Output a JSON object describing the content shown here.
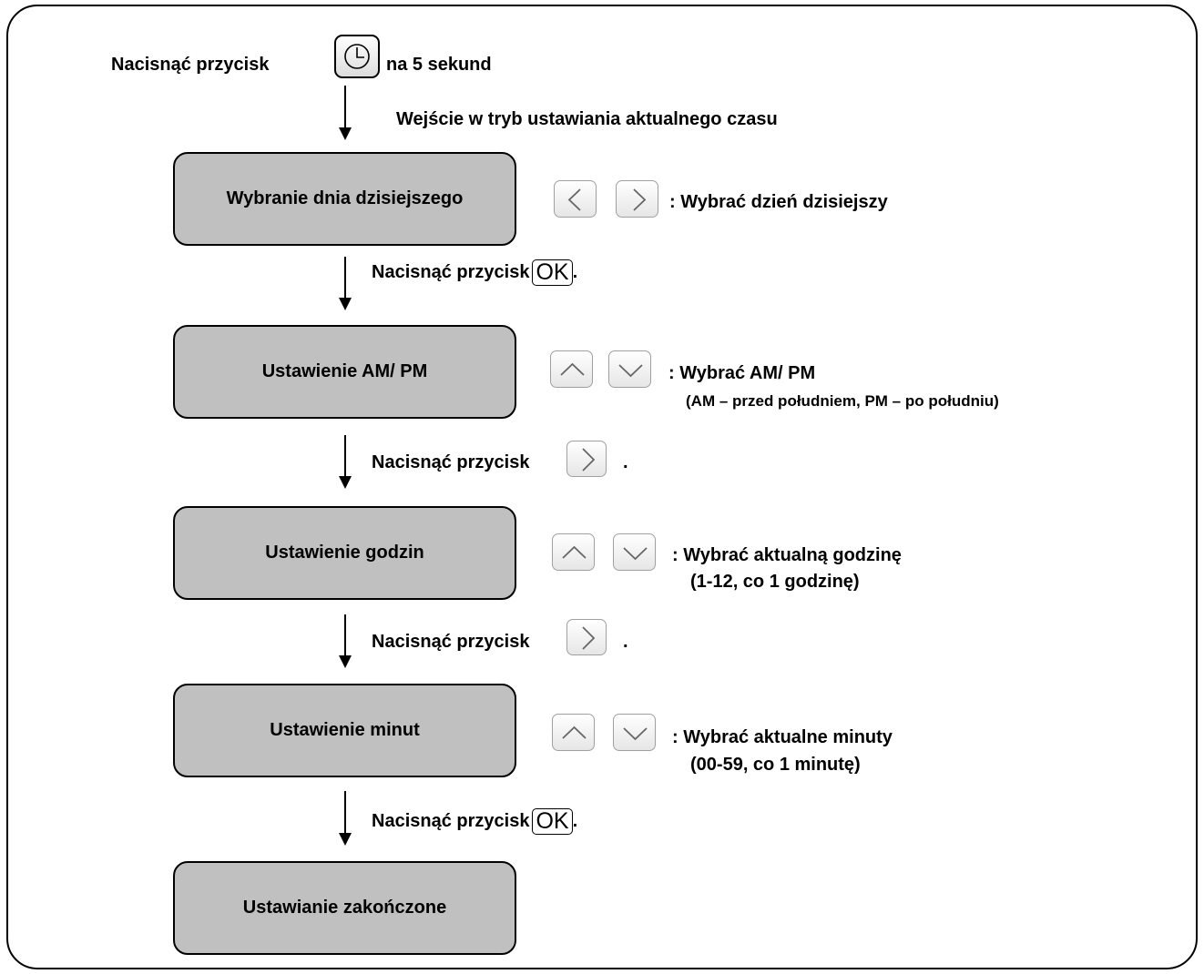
{
  "intro": {
    "before": "Nacisnąć przycisk",
    "after": "na 5 sekund",
    "clock_icon": "clock-icon"
  },
  "enter_mode": "Wejście w tryb ustawiania aktualnego czasu",
  "steps": [
    {
      "label": "Wybranie dnia dzisiejszego",
      "buttons": [
        "left-arrow-icon",
        "right-arrow-icon"
      ],
      "action": ": Wybrać dzień dzisiejszy",
      "note": ""
    },
    {
      "label": "Ustawienie AM/ PM",
      "buttons": [
        "up-arrow-icon",
        "down-arrow-icon"
      ],
      "action": ": Wybrać AM/ PM",
      "note": "(AM – przed południem, PM – po południu)"
    },
    {
      "label": "Ustawienie godzin",
      "buttons": [
        "up-arrow-icon",
        "down-arrow-icon"
      ],
      "action": ": Wybrać aktualną godzinę",
      "note": "(1-12, co 1 godzinę)"
    },
    {
      "label": "Ustawienie minut",
      "buttons": [
        "up-arrow-icon",
        "down-arrow-icon"
      ],
      "action": ": Wybrać aktualne minuty",
      "note": "(00-59, co 1 minutę)"
    },
    {
      "label": "Ustawianie zakończone"
    }
  ],
  "transitions": [
    {
      "text": "Nacisnąć przycisk",
      "button": "OK",
      "suffix": "."
    },
    {
      "text": "Nacisnąć przycisk",
      "button_icon": "right-arrow-icon",
      "suffix": "."
    },
    {
      "text": "Nacisnąć przycisk",
      "button_icon": "right-arrow-icon",
      "suffix": "."
    },
    {
      "text": "Nacisnąć przycisk",
      "button": "OK",
      "suffix": "."
    }
  ]
}
